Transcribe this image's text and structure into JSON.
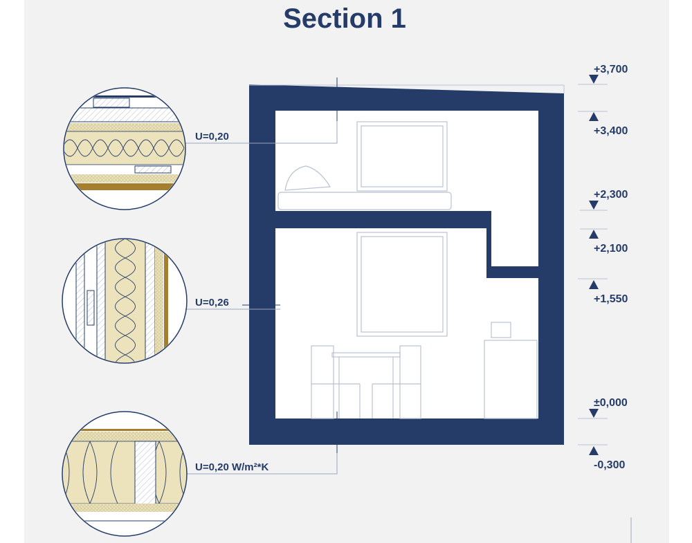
{
  "title": "Section 1",
  "colors": {
    "navy": "#253c68",
    "insulation": "#ece3bd",
    "wood": "#a57f2e",
    "background": "#f2f2f2"
  },
  "details": [
    {
      "id": "roof",
      "u_value": "U=0,20"
    },
    {
      "id": "wall",
      "u_value": "U=0,26"
    },
    {
      "id": "floor",
      "u_value": "U=0,20 W/m²*K"
    }
  ],
  "levels": [
    {
      "label": "+3,700",
      "dir": "down"
    },
    {
      "label": "+3,400",
      "dir": "up"
    },
    {
      "label": "+2,300",
      "dir": "down"
    },
    {
      "label": "+2,100",
      "dir": "up"
    },
    {
      "label": "+1,550",
      "dir": "up"
    },
    {
      "label": "±0,000",
      "dir": "down"
    },
    {
      "label": "-0,300",
      "dir": "up"
    }
  ]
}
